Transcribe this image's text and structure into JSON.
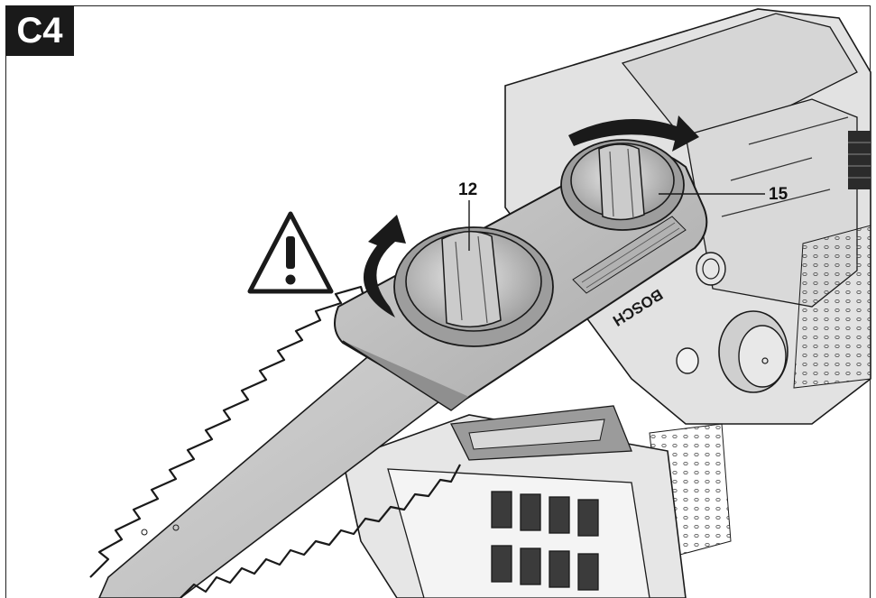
{
  "figure": {
    "tag": "C4"
  },
  "callouts": {
    "blade_cover_knob": "12",
    "chain_tension_knob": "15"
  },
  "brand": {
    "logo_text": "BOSCH"
  },
  "icons": {
    "warning": "warning-triangle-icon",
    "rotation_left": "rotate-arrow-icon",
    "rotation_top": "rotate-arrow-icon"
  },
  "colors": {
    "ink": "#1a1a1a",
    "housing": "#dcdcdc",
    "cover": "#bdbdbd",
    "shadow": "#8f8f8f"
  }
}
